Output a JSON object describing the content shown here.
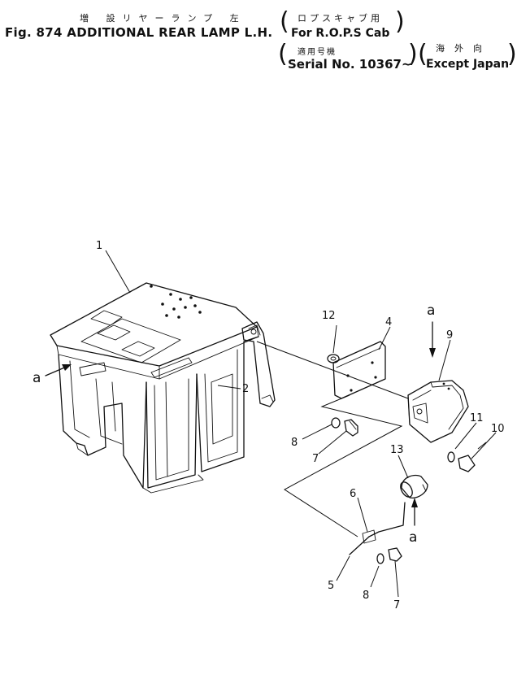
{
  "header": {
    "title_jp": "増 設リヤーランプ 左",
    "title_en": "Fig. 874 ADDITIONAL REAR LAMP L.H.",
    "cab_jp": "ロプスキャブ用",
    "cab_en": "For R.O.P.S Cab",
    "serial_jp": "適用号機",
    "serial_en": "Serial No. 10367~",
    "except_jp": "海外向",
    "except_en": "Except Japan"
  },
  "callouts": [
    "1",
    "2",
    "4",
    "5",
    "6",
    "7",
    "7",
    "8",
    "8",
    "9",
    "10",
    "11",
    "12",
    "13"
  ],
  "arrow_labels": [
    "a",
    "a",
    "a"
  ]
}
